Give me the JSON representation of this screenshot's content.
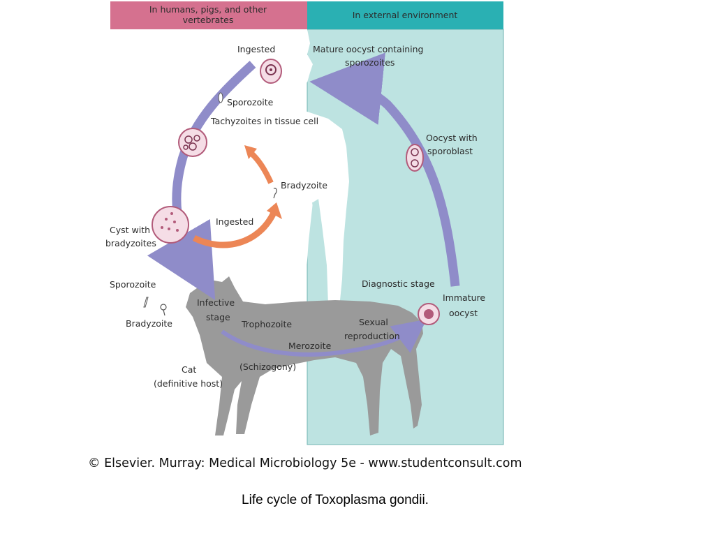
{
  "header": {
    "left": "In humans, pigs, and other vertebrates",
    "right": "In external environment"
  },
  "labels": {
    "ingested_top": "Ingested",
    "mature_oocyst_1": "Mature oocyst containing",
    "mature_oocyst_2": "sporozoites",
    "sporozoite_human": "Sporozoite",
    "tachyzoites": "Tachyzoites in tissue cell",
    "oocyst_sporoblast_1": "Oocyst with",
    "oocyst_sporoblast_2": "sporoblast",
    "bradyzoite_human": "Bradyzoite",
    "cyst_1": "Cyst with",
    "cyst_2": "bradyzoites",
    "ingested_mid": "Ingested",
    "sporozoite_cat": "Sporozoite",
    "bradyzoite_cat": "Bradyzoite",
    "diagnostic_stage": "Diagnostic stage",
    "immature_1": "Immature",
    "immature_2": "oocyst",
    "infective_1": "Infective",
    "infective_2": "stage",
    "trophozoite": "Trophozoite",
    "sexual_1": "Sexual",
    "sexual_2": "reproduction",
    "merozoite": "Merozoite",
    "schizogony": "(Schizogony)",
    "cat_1": "Cat",
    "cat_2": "(definitive host)"
  },
  "credit": "© Elsevier. Murray: Medical Microbiology 5e - www.studentconsult.com",
  "caption": "Life cycle of Toxoplasma gondii.",
  "colors": {
    "header_left": "#d5718f",
    "header_right": "#2ab0b3",
    "environment_bg": "#bde3e1",
    "cat_body": "#9a9a9a",
    "purple_arrow": "#8f8cc9",
    "orange_arrow": "#ec8656",
    "cell_fill": "#f5dde6",
    "cell_stroke": "#b25b7a"
  }
}
